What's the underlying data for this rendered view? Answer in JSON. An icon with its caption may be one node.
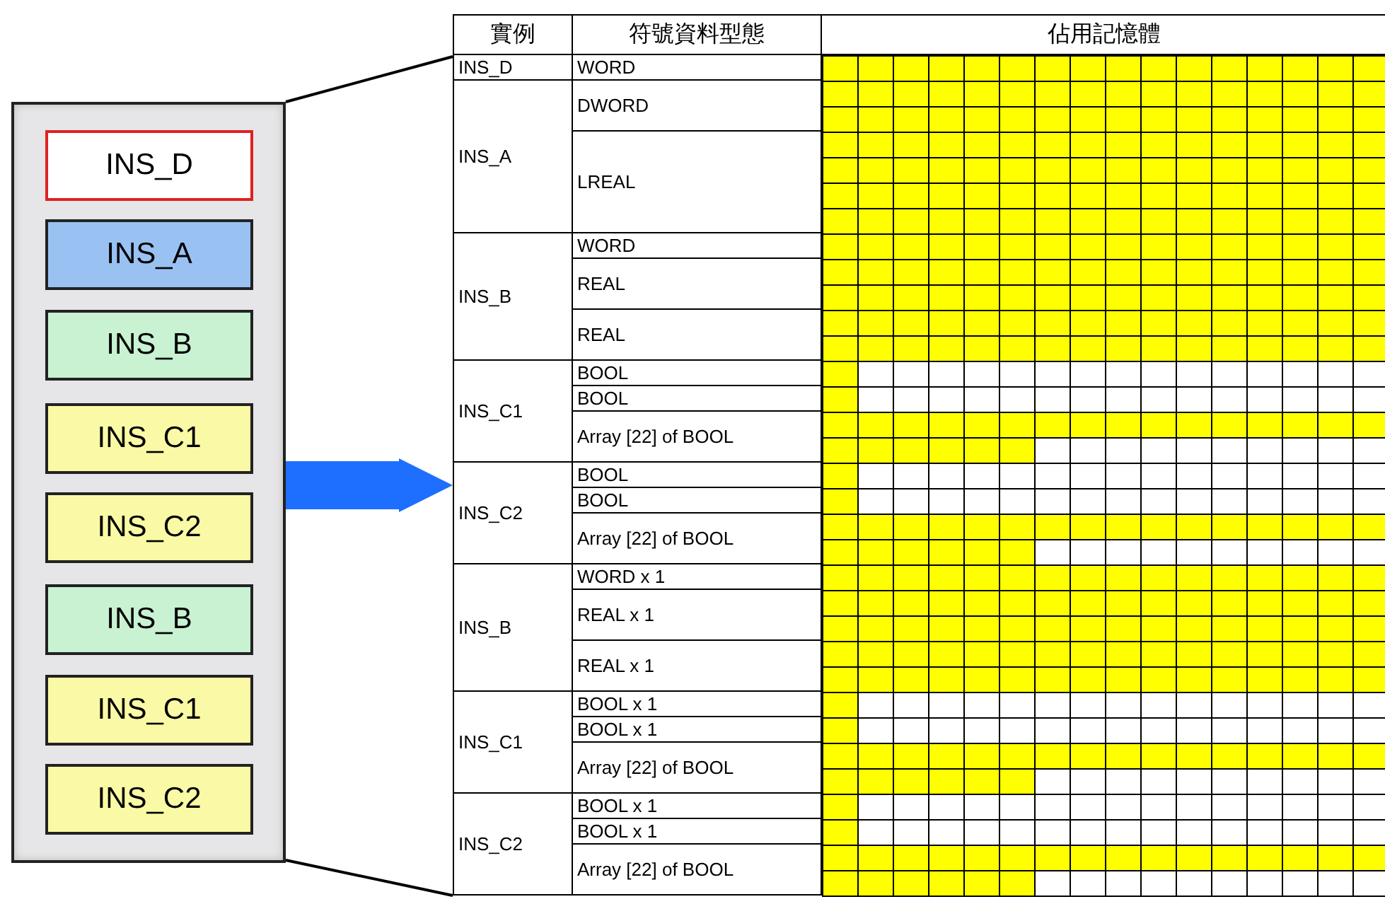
{
  "diagram": {
    "nodes": [
      {
        "text": [],
        "shape": "box"
      },
      {
        "text": [
          "INS_D"
        ],
        "in": 0
      },
      {
        "text": [
          "INS_A"
        ],
        "in": 0
      },
      {
        "text": [
          "INS_B"
        ],
        "in": 0
      },
      {
        "text": [
          "INS_C1"
        ],
        "in": 0
      },
      {
        "text": [
          "INS_C2"
        ],
        "in": 0
      },
      {
        "text": [
          "INS_B"
        ],
        "in": 0
      },
      {
        "text": [
          "INS_C1"
        ],
        "in": 0
      },
      {
        "text": [
          "INS_C2"
        ],
        "in": 0
      },
      {
        "text": [],
        "shape": "box"
      }
    ],
    "edges": [
      {
        "from": 0,
        "to": 9,
        "arrow": "none"
      },
      {
        "from": 0,
        "to": 9,
        "arrow": "to",
        "style": "thick",
        "color": "#1f6fff"
      },
      {
        "from": 0,
        "to": 9,
        "arrow": "none"
      }
    ],
    "labels": [
      "實例",
      "符號資料型態",
      "佔用記憶體",
      "INS_D",
      "WORD",
      "INS_A",
      "DWORD",
      "LREAL",
      "INS_B",
      "WORD",
      "REAL",
      "REAL",
      "INS_C1",
      "BOOL",
      "BOOL",
      "Array [22] of BOOL",
      "INS_C2",
      "BOOL",
      "BOOL",
      "Array [22] of BOOL",
      "INS_B",
      "WORD x 1",
      "REAL x 1",
      "REAL x 1",
      "INS_C1",
      "BOOL x 1",
      "BOOL x 1",
      "Array [22] of BOOL",
      "INS_C2",
      "BOOL x 1",
      "BOOL x 1",
      "Array [22] of BOOL"
    ]
  }
}
